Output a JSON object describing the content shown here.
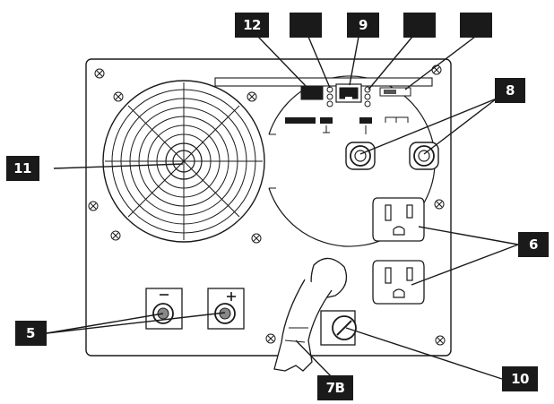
{
  "callouts": {
    "c12": "12",
    "c_blank1": "",
    "c9": "9",
    "c_blank2": "",
    "c_blank3": "",
    "c8": "8",
    "c11": "11",
    "c6": "6",
    "c5": "5",
    "c10": "10",
    "c7b": "7B"
  },
  "colors": {
    "ink": "#1a1a1a",
    "label_bg": "#1a1a1a",
    "label_text": "#ffffff",
    "panel_fill": "#ffffff"
  },
  "icons": {
    "minus": "minus-sign",
    "plus": "plus-sign"
  },
  "terminal_signs": {
    "minus": "−",
    "plus": "+"
  }
}
